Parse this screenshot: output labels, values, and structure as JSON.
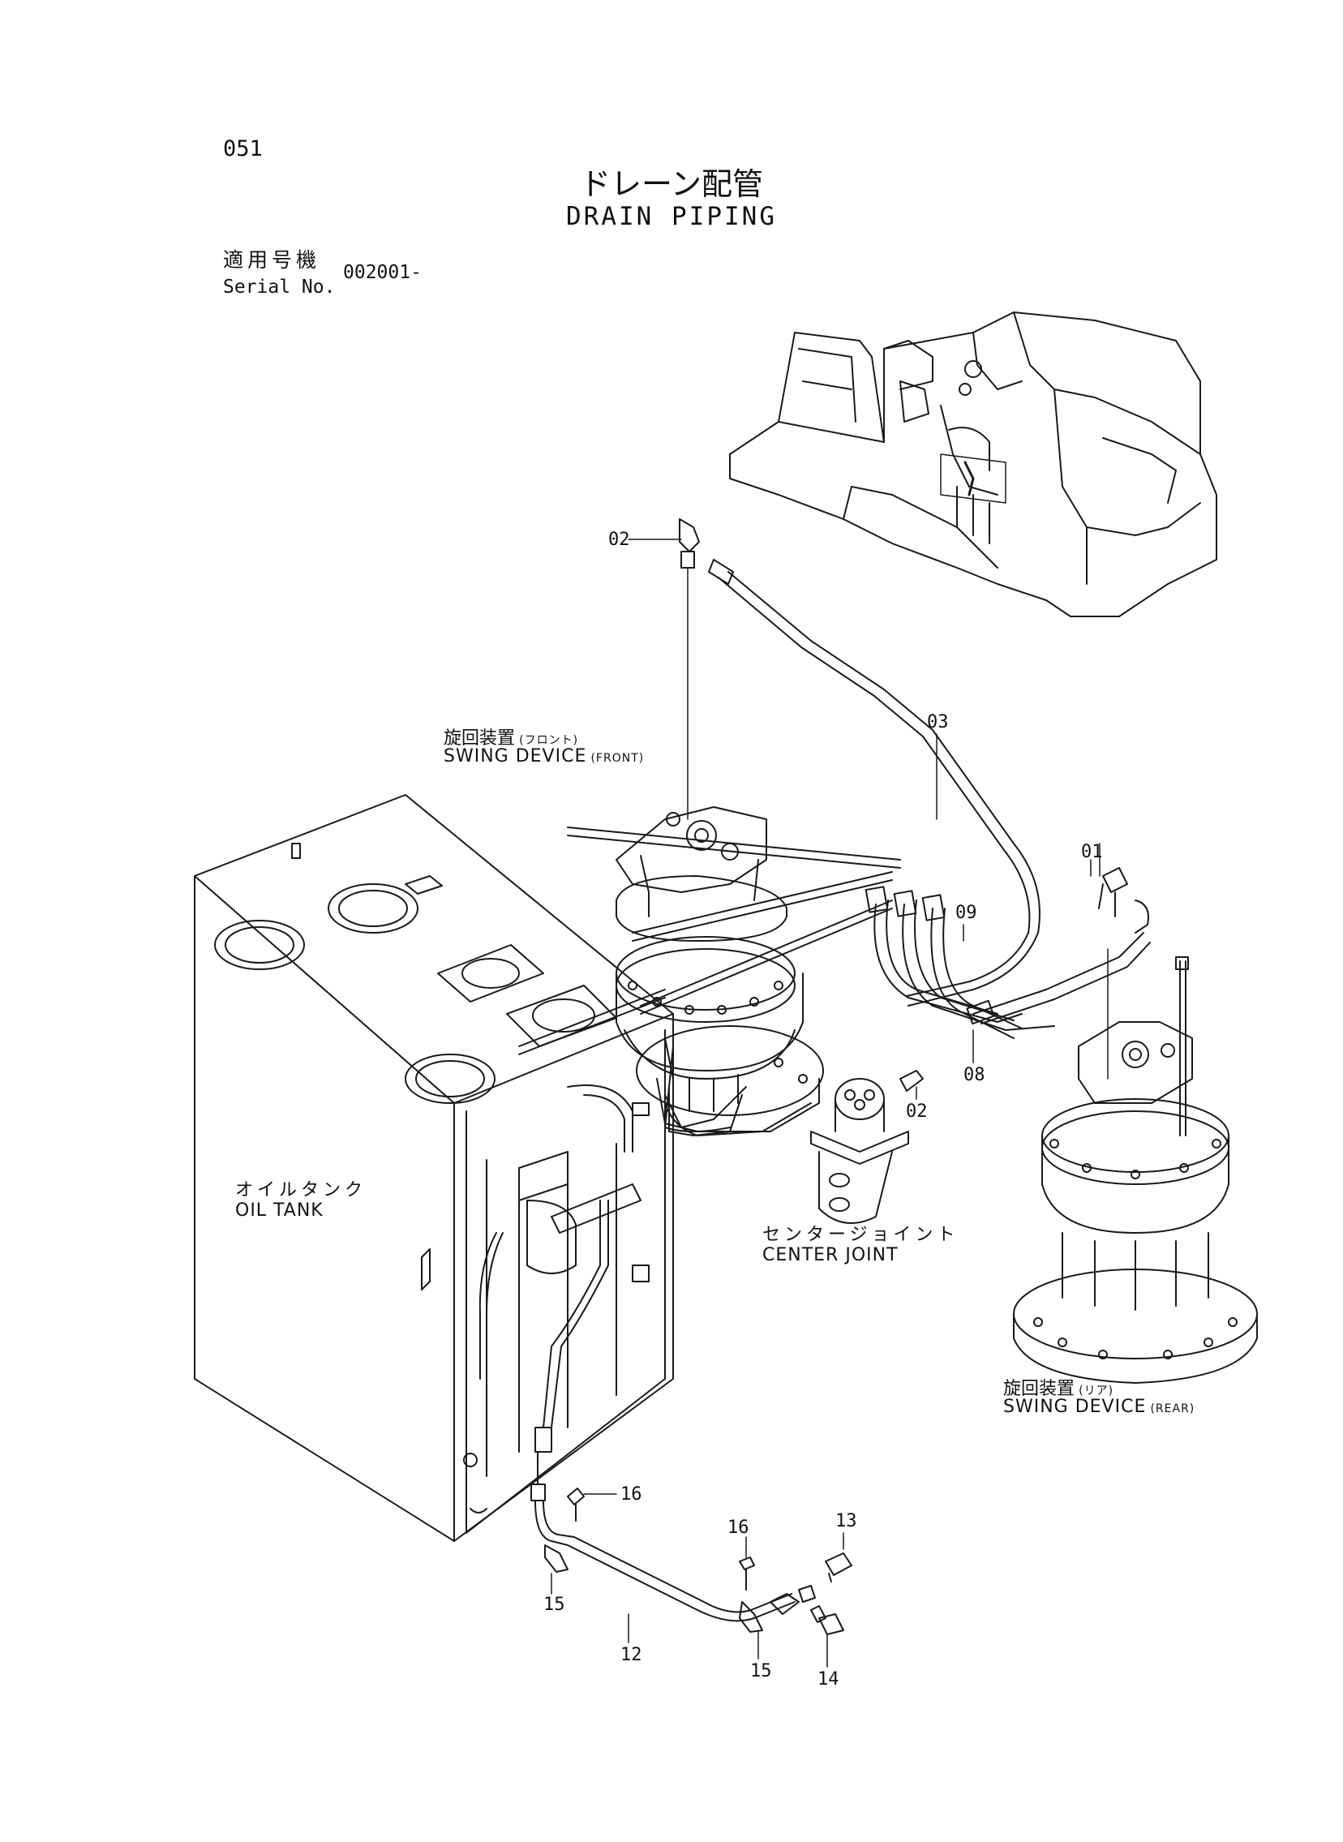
{
  "page_number": "051",
  "title_jp": "ドレーン配管",
  "title_en": "DRAIN PIPING",
  "serial_label_jp": "適用号機",
  "serial_label_en": "Serial No.",
  "serial_value": "002001-",
  "labels": {
    "swing_front_jp": "旋回装置",
    "swing_front_jp_sub": "(フロント)",
    "swing_front_en": "SWING DEVICE",
    "swing_front_en_sub": "(FRONT)",
    "oil_tank_jp": "オイルタンク",
    "oil_tank_en": "OIL TANK",
    "center_joint_jp": "センタージョイント",
    "center_joint_en": "CENTER JOINT",
    "swing_rear_jp": "旋回装置",
    "swing_rear_jp_sub": "(リア)",
    "swing_rear_en": "SWING DEVICE",
    "swing_rear_en_sub": "(REAR)"
  },
  "parts": {
    "p02_top": "02",
    "p03": "03",
    "p01": "01",
    "p09": "09",
    "p02_mid": "02",
    "p08": "08",
    "p16_left": "16",
    "p16_right": "16",
    "p13": "13",
    "p15_left": "15",
    "p12": "12",
    "p15_right": "15",
    "p14": "14"
  }
}
